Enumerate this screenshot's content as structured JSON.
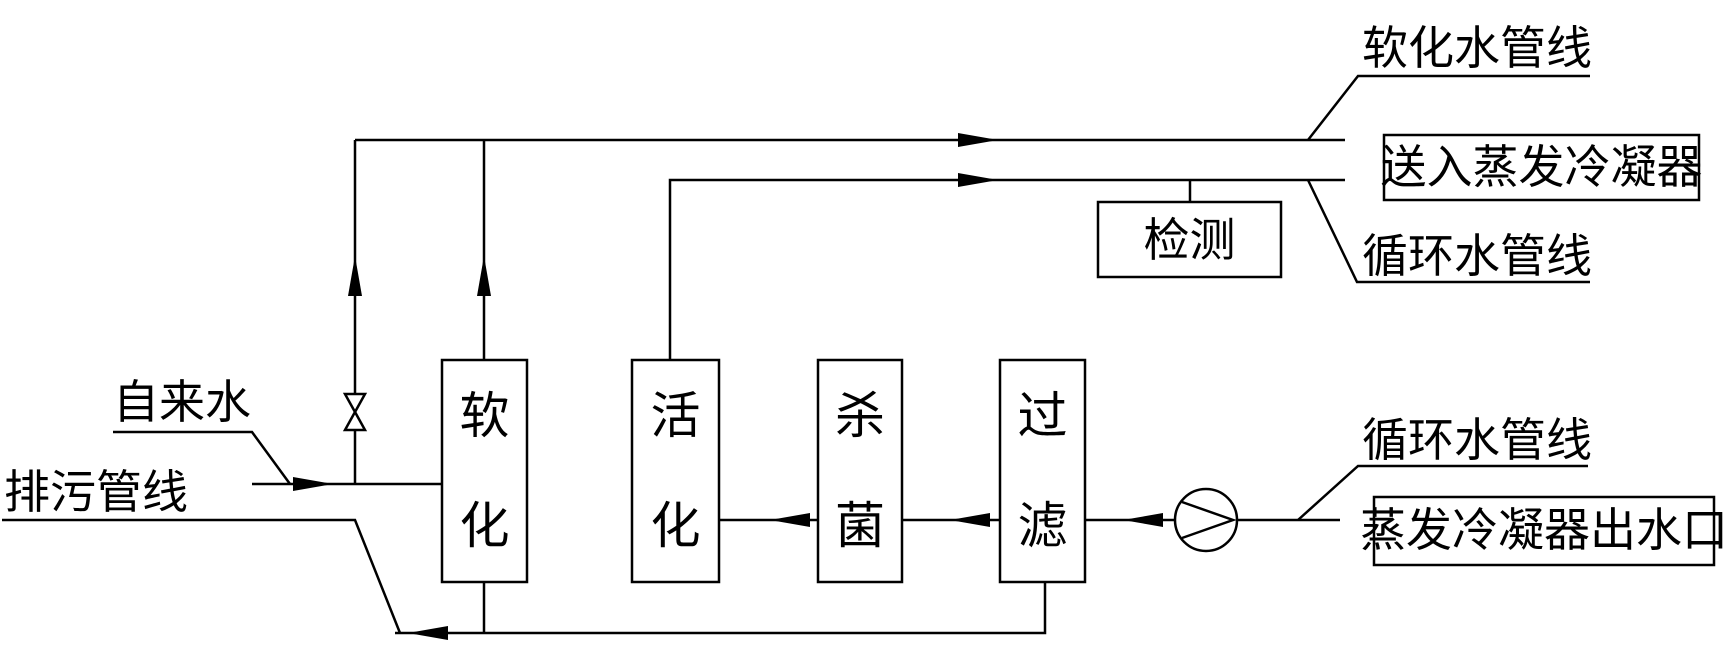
{
  "labels": {
    "softened_water_line": "软化水管线",
    "to_condenser": "送入蒸发冷凝器",
    "recirc_line_top": "循环水管线",
    "detection": "检测",
    "tap_water": "自来水",
    "recirc_line_bottom": "循环水管线",
    "condenser_outlet": "蒸发冷凝器出水口",
    "drain_line": "排污管线"
  },
  "units": {
    "softening": [
      "软",
      "化"
    ],
    "activation": [
      "活",
      "化"
    ],
    "sterilization": [
      "杀",
      "菌"
    ],
    "filtration": [
      "过",
      "滤"
    ]
  },
  "colors": {
    "line": "#000000",
    "background": "#ffffff"
  }
}
